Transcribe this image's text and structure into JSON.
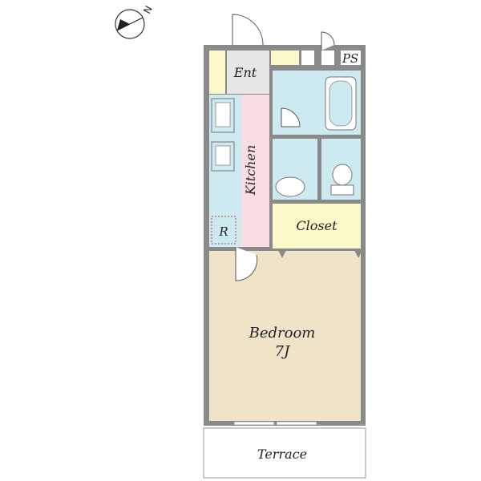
{
  "compass": {
    "north_label": "N"
  },
  "rooms": {
    "entrance": "Ent",
    "ps": "PS",
    "kitchen": "Kitchen",
    "fridge": "R",
    "closet": "Closet",
    "bedroom": "Bedroom",
    "bedroom_size": "7J",
    "terrace": "Terrace"
  },
  "colors": {
    "wall": "#8a8a8a",
    "bedroom": "#efe4c8",
    "wet_area": "#cdeaf0",
    "kitchen": "#f9dde2",
    "closet": "#fbf8c9",
    "entrance": "#e6e6e6",
    "storage": "#fbf8c9"
  }
}
